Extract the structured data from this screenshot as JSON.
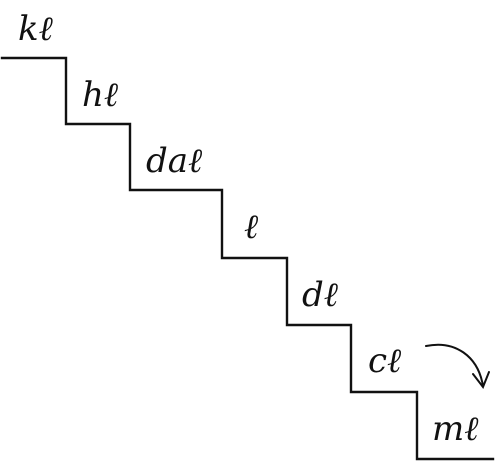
{
  "diagram": {
    "steps": [
      "kℓ",
      "hℓ",
      "daℓ",
      "ℓ",
      "dℓ",
      "cℓ",
      "mℓ"
    ],
    "colors": {
      "ink": "#111111",
      "background": "#ffffff"
    },
    "icons": {
      "arrow": "curved-arrow-down-right-icon"
    }
  }
}
